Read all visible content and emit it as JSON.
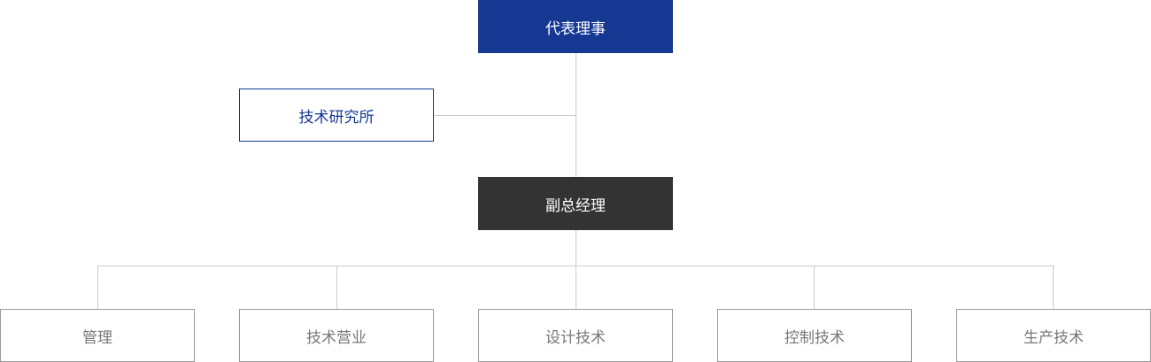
{
  "chart": {
    "ceo": {
      "label": "代表理事",
      "color": "#163893"
    },
    "research_lab": {
      "label": "技术研究所",
      "color": "#163893"
    },
    "vice_president": {
      "label": "副总经理",
      "color": "#333333"
    },
    "departments": [
      {
        "label": "管理"
      },
      {
        "label": "技术营业"
      },
      {
        "label": "设计技术"
      },
      {
        "label": "控制技术"
      },
      {
        "label": "生产技术"
      }
    ],
    "connector_color": "#cccccc"
  }
}
